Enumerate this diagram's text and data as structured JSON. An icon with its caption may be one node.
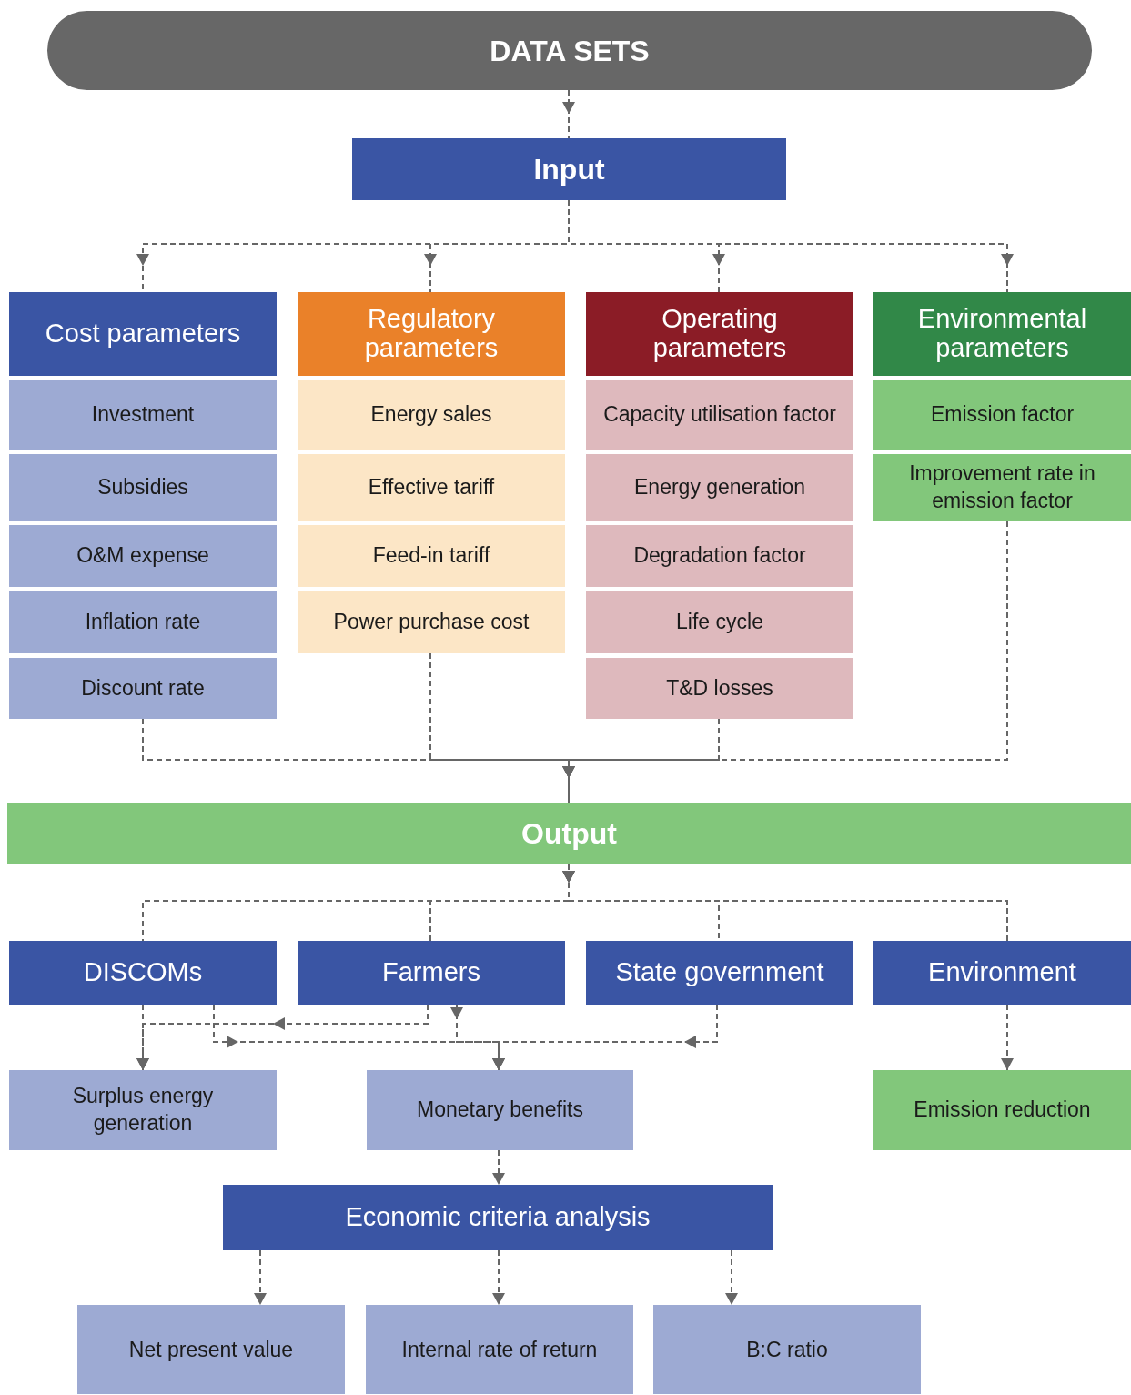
{
  "diagram": {
    "nodes": [
      {
        "text": [
          "DATA SETS"
        ]
      },
      {
        "text": [
          "Input"
        ]
      },
      {
        "text": [
          "Cost parameters"
        ]
      },
      {
        "text": [
          "Investment"
        ]
      },
      {
        "text": [
          "Subsidies"
        ]
      },
      {
        "text": [
          "O&M expense"
        ]
      },
      {
        "text": [
          "Inflation rate"
        ]
      },
      {
        "text": [
          "Discount rate"
        ]
      },
      {
        "text": [
          "Regulatory parameters"
        ]
      },
      {
        "text": [
          "Energy sales"
        ]
      },
      {
        "text": [
          "Effective tariff"
        ]
      },
      {
        "text": [
          "Feed-in tariff"
        ]
      },
      {
        "text": [
          "Power purchase cost"
        ]
      },
      {
        "text": [
          "Operating parameters"
        ]
      },
      {
        "text": [
          "Capacity utilisation factor"
        ]
      },
      {
        "text": [
          "Energy generation"
        ]
      },
      {
        "text": [
          "Degradation factor"
        ]
      },
      {
        "text": [
          "Life cycle"
        ]
      },
      {
        "text": [
          "T&D losses"
        ]
      },
      {
        "text": [
          "Environmental parameters"
        ]
      },
      {
        "text": [
          "Emission factor"
        ]
      },
      {
        "text": [
          "Improvement rate in emission factor"
        ]
      },
      {
        "text": [
          "Output"
        ]
      },
      {
        "text": [
          "DISCOMs"
        ]
      },
      {
        "text": [
          "Farmers"
        ]
      },
      {
        "text": [
          "State government"
        ]
      },
      {
        "text": [
          "Environment"
        ]
      },
      {
        "text": [
          "Surplus energy generation"
        ]
      },
      {
        "text": [
          "Monetary benefits"
        ]
      },
      {
        "text": [
          "Emission reduction"
        ]
      },
      {
        "text": [
          "Economic criteria analysis"
        ]
      },
      {
        "text": [
          "Net present value"
        ]
      },
      {
        "text": [
          "Internal rate of return"
        ]
      },
      {
        "text": [
          "B:C ratio"
        ]
      }
    ],
    "edges": [
      {
        "from": 0,
        "to": 1,
        "arrow": "to",
        "style": "dashed"
      },
      {
        "from": 1,
        "to": 2,
        "arrow": "to",
        "style": "dashed"
      },
      {
        "from": 1,
        "to": 8,
        "arrow": "to",
        "style": "dashed"
      },
      {
        "from": 1,
        "to": 13,
        "arrow": "to",
        "style": "dashed"
      },
      {
        "from": 1,
        "to": 19,
        "arrow": "to",
        "style": "dashed"
      },
      {
        "from": 7,
        "to": 22,
        "arrow": "to",
        "style": "dashed"
      },
      {
        "from": 12,
        "to": 22,
        "arrow": "to",
        "style": "dashed"
      },
      {
        "from": 18,
        "to": 22,
        "arrow": "to",
        "style": "dashed"
      },
      {
        "from": 21,
        "to": 22,
        "arrow": "to",
        "style": "dashed"
      },
      {
        "from": 22,
        "to": 23,
        "arrow": "to",
        "style": "dashed"
      },
      {
        "from": 22,
        "to": 24,
        "arrow": "to",
        "style": "dashed"
      },
      {
        "from": 22,
        "to": 25,
        "arrow": "to",
        "style": "dashed"
      },
      {
        "from": 22,
        "to": 26,
        "arrow": "to",
        "style": "dashed"
      },
      {
        "from": 23,
        "to": 27,
        "arrow": "to",
        "style": "dashed"
      },
      {
        "from": 24,
        "to": 27,
        "arrow": "to",
        "style": "dashed"
      },
      {
        "from": 23,
        "to": 28,
        "arrow": "to",
        "style": "dashed"
      },
      {
        "from": 24,
        "to": 28,
        "arrow": "to",
        "style": "dashed"
      },
      {
        "from": 25,
        "to": 28,
        "arrow": "to",
        "style": "dashed"
      },
      {
        "from": 26,
        "to": 29,
        "arrow": "to",
        "style": "dashed"
      },
      {
        "from": 28,
        "to": 30,
        "arrow": "to",
        "style": "dashed"
      },
      {
        "from": 30,
        "to": 31,
        "arrow": "to",
        "style": "dashed"
      },
      {
        "from": 30,
        "to": 32,
        "arrow": "to",
        "style": "dashed"
      },
      {
        "from": 30,
        "to": 33,
        "arrow": "to",
        "style": "dashed"
      }
    ]
  }
}
